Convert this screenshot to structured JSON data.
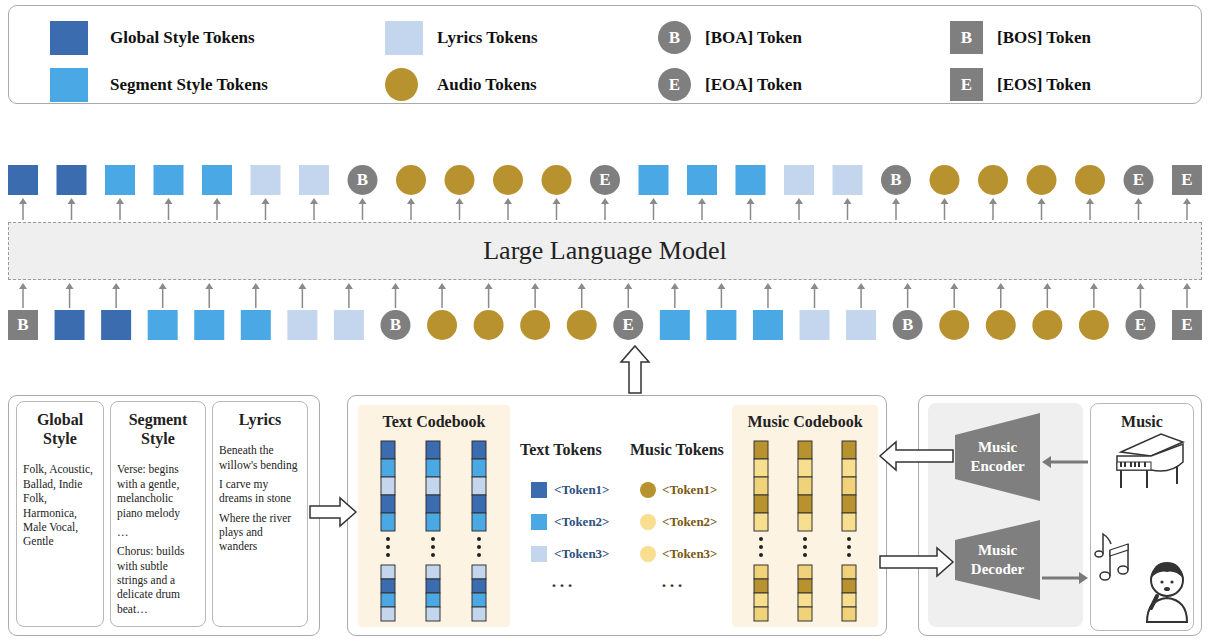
{
  "diagram": {
    "nodes": [
      {
        "text": [
          "Large Language Model"
        ]
      },
      {
        "text": [
          "Global Style",
          "Folk, Acoustic, Ballad, Indie Folk, Harmonica, Male Vocal, Gentle"
        ]
      },
      {
        "text": [
          "Segment Style",
          "Verse: begins with a gentle, melancholic piano melody",
          "…",
          "Chorus: builds with subtle strings and a delicate drum beat…"
        ]
      },
      {
        "text": [
          "Lyrics",
          "Beneath the willow's bending",
          "I carve my dreams in stone",
          "Where the river plays and wanders"
        ]
      },
      {
        "text": [
          "Text Codebook"
        ]
      },
      {
        "text": [
          "Music Codebook"
        ]
      },
      {
        "text": [
          "Music Encoder"
        ]
      },
      {
        "text": [
          "Music Decoder"
        ]
      },
      {
        "text": [
          "Music"
        ]
      }
    ],
    "edges": [
      {
        "from": 3,
        "to": 4,
        "arrow": "to"
      },
      {
        "from": 6,
        "to": 5,
        "arrow": "to"
      },
      {
        "from": 5,
        "to": 7,
        "arrow": "to"
      },
      {
        "from": 8,
        "to": 6,
        "arrow": "to"
      },
      {
        "from": 7,
        "to": 8,
        "arrow": "to"
      }
    ],
    "labels": [
      "B",
      "B",
      "E",
      "E",
      "B",
      "E",
      "B",
      "E",
      "E",
      "B",
      "B",
      "E",
      "B",
      "E",
      "E",
      "Text Tokens",
      "<Token1>",
      "<Token2>",
      "<Token3>",
      "…",
      "Music Tokens",
      "<Token1>",
      "<Token2>",
      "<Token3>",
      "…"
    ],
    "legend": [
      {
        "text": "Global Style Tokens",
        "color": "#3b6cb0"
      },
      {
        "text": "Lyrics Tokens",
        "color": "#c4d6ed"
      },
      {
        "text": "[BOA] Token"
      },
      {
        "text": "[BOS] Token"
      },
      {
        "text": "Segment Style Tokens",
        "color": "#4aa9e5"
      },
      {
        "text": "Audio Tokens",
        "color": "#b8922e"
      },
      {
        "text": "[EOA] Token"
      },
      {
        "text": "[EOS] Token"
      }
    ]
  }
}
